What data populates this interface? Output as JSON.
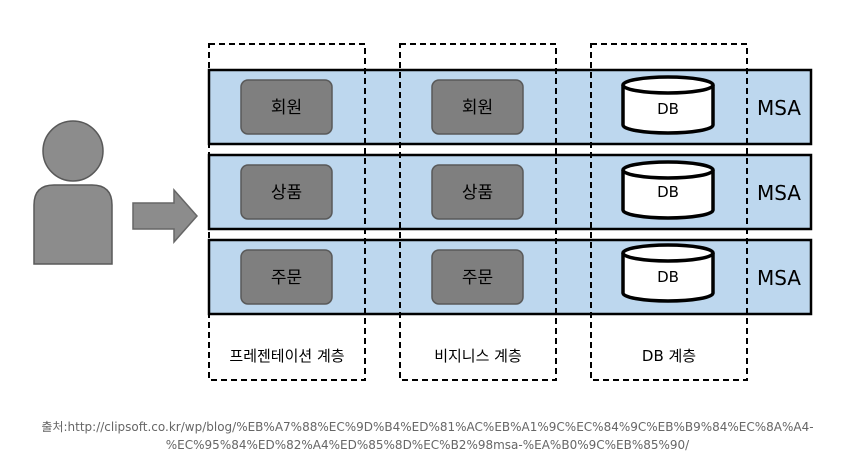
{
  "rows": [
    {
      "presentation_label": "회원",
      "business_label": "회원",
      "db_label": "DB",
      "msa_label": "MSA"
    },
    {
      "presentation_label": "상품",
      "business_label": "상품",
      "db_label": "DB",
      "msa_label": "MSA"
    },
    {
      "presentation_label": "주문",
      "business_label": "주문",
      "db_label": "DB",
      "msa_label": "MSA"
    }
  ],
  "layers": {
    "presentation": "프레젠테이션 계층",
    "business": "비지니스 계층",
    "db": "DB 계층"
  },
  "source": {
    "line1": "출처:http://clipsoft.co.kr/wp/blog/%EB%A7%88%EC%9D%B4%ED%81%AC%EB%A1%9C%EC%84%9C%EB%B9%84%EC%8A%A4-",
    "line2": "%EC%95%84%ED%82%A4%ED%85%8D%EC%B2%98msa-%EA%B0%9C%EB%85%90/"
  },
  "colors": {
    "row_fill": "#bdd7ee",
    "module_fill": "#7f7f7f",
    "person_fill": "#8c8c8c",
    "arrow_fill": "#8c8c8c"
  },
  "icons": {
    "user": "person-icon",
    "arrow": "arrow-right-icon",
    "db": "database-cylinder-icon"
  }
}
